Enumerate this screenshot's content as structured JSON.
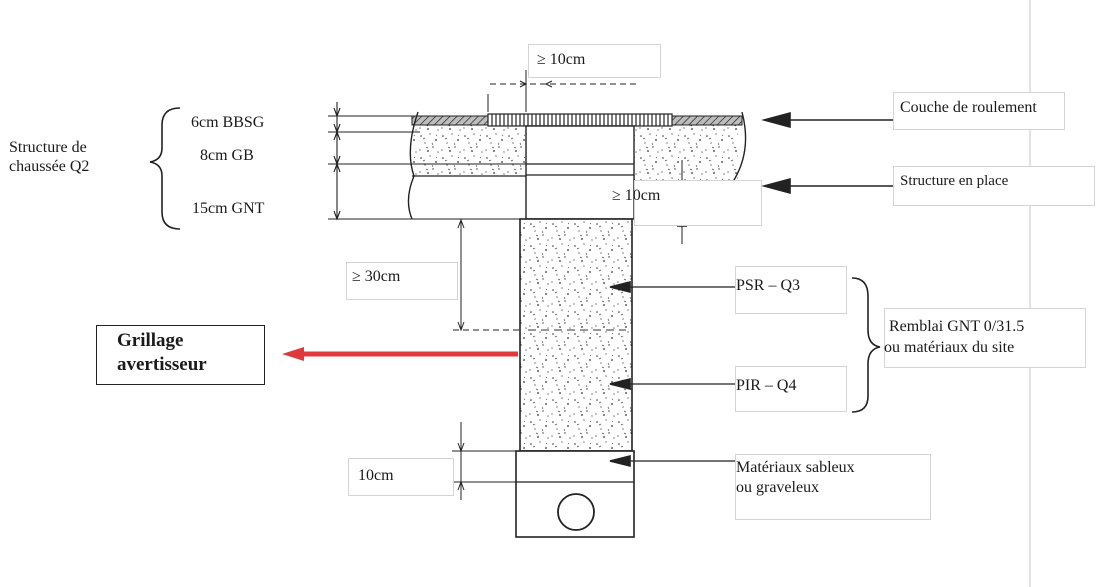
{
  "structure_group": {
    "label_line1": "Structure de",
    "label_line2": "chaussée Q2",
    "layers": [
      "6cm BBSG",
      "8cm GB",
      "15cm GNT"
    ]
  },
  "dimensions": {
    "overlap": "≥ 10cm",
    "side": "≥ 10cm",
    "cover": "≥ 30cm",
    "bedding": "10cm"
  },
  "callouts": {
    "surface_layer": "Couche de roulement",
    "existing_structure": "Structure en place",
    "psr": "PSR – Q3",
    "pir": "PIR – Q4",
    "backfill_line1": "Remblai GNT 0/31.5",
    "backfill_line2": "ou matériaux du site",
    "bedding_line1": "Matériaux sableux",
    "bedding_line2": "ou graveleux"
  },
  "warning_mesh": {
    "line1": "Grillage",
    "line2": "avertisseur",
    "color": "#e0393c"
  }
}
